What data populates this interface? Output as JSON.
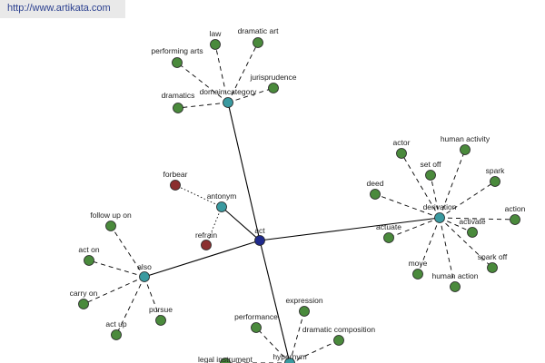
{
  "watermark": "http://www.artikata.com",
  "colors": {
    "hub": "#1f2a8c",
    "category": "#3a9aa0",
    "leaf": "#4a8a3c",
    "antonym_leaf": "#8b2f2f",
    "line": "#000000"
  },
  "nodes": {
    "act": {
      "label": "act",
      "kind": "hub"
    },
    "domain_category": {
      "label": "domain category",
      "kind": "category"
    },
    "antonym": {
      "label": "antonym",
      "kind": "category"
    },
    "derivation": {
      "label": "derivation",
      "kind": "category"
    },
    "also": {
      "label": "also",
      "kind": "category"
    },
    "hypernym": {
      "label": "hypernym",
      "kind": "category"
    },
    "law": {
      "label": "law",
      "kind": "leaf"
    },
    "dramatic_art": {
      "label": "dramatic art",
      "kind": "leaf"
    },
    "performing_arts": {
      "label": "performing arts",
      "kind": "leaf"
    },
    "jurisprudence": {
      "label": "jurisprudence",
      "kind": "leaf"
    },
    "dramatics": {
      "label": "dramatics",
      "kind": "leaf"
    },
    "forbear": {
      "label": "forbear",
      "kind": "antonym_leaf"
    },
    "refrain": {
      "label": "refrain",
      "kind": "antonym_leaf"
    },
    "actor": {
      "label": "actor",
      "kind": "leaf"
    },
    "human_activity": {
      "label": "human activity",
      "kind": "leaf"
    },
    "set_off": {
      "label": "set off",
      "kind": "leaf"
    },
    "spark": {
      "label": "spark",
      "kind": "leaf"
    },
    "deed": {
      "label": "deed",
      "kind": "leaf"
    },
    "action": {
      "label": "action",
      "kind": "leaf"
    },
    "actuate": {
      "label": "actuate",
      "kind": "leaf"
    },
    "activate": {
      "label": "activate",
      "kind": "leaf"
    },
    "spark_off": {
      "label": "spark off",
      "kind": "leaf"
    },
    "move": {
      "label": "move",
      "kind": "leaf"
    },
    "human_action": {
      "label": "human action",
      "kind": "leaf"
    },
    "follow_up_on": {
      "label": "follow up on",
      "kind": "leaf"
    },
    "act_on": {
      "label": "act on",
      "kind": "leaf"
    },
    "carry_on": {
      "label": "carry on",
      "kind": "leaf"
    },
    "pursue": {
      "label": "pursue",
      "kind": "leaf"
    },
    "act_up": {
      "label": "act up",
      "kind": "leaf"
    },
    "expression": {
      "label": "expression",
      "kind": "leaf"
    },
    "performance": {
      "label": "performance",
      "kind": "leaf"
    },
    "dramatic_composition": {
      "label": "dramatic composition",
      "kind": "leaf"
    },
    "legal_instrument": {
      "label": "legal instrument",
      "kind": "leaf"
    }
  },
  "edges": [
    {
      "from": "act",
      "to": "domain_category",
      "style": "solid"
    },
    {
      "from": "act",
      "to": "antonym",
      "style": "solid"
    },
    {
      "from": "act",
      "to": "derivation",
      "style": "solid"
    },
    {
      "from": "act",
      "to": "also",
      "style": "solid"
    },
    {
      "from": "act",
      "to": "hypernym",
      "style": "solid"
    },
    {
      "from": "domain_category",
      "to": "law",
      "style": "dashed"
    },
    {
      "from": "domain_category",
      "to": "dramatic_art",
      "style": "dashed"
    },
    {
      "from": "domain_category",
      "to": "performing_arts",
      "style": "dashed"
    },
    {
      "from": "domain_category",
      "to": "jurisprudence",
      "style": "dashed"
    },
    {
      "from": "domain_category",
      "to": "dramatics",
      "style": "dashed"
    },
    {
      "from": "antonym",
      "to": "forbear",
      "style": "dotted"
    },
    {
      "from": "antonym",
      "to": "refrain",
      "style": "dotted"
    },
    {
      "from": "derivation",
      "to": "actor",
      "style": "dashed"
    },
    {
      "from": "derivation",
      "to": "human_activity",
      "style": "dashed"
    },
    {
      "from": "derivation",
      "to": "set_off",
      "style": "dashed"
    },
    {
      "from": "derivation",
      "to": "spark",
      "style": "dashed"
    },
    {
      "from": "derivation",
      "to": "deed",
      "style": "dashed"
    },
    {
      "from": "derivation",
      "to": "action",
      "style": "dashed"
    },
    {
      "from": "derivation",
      "to": "actuate",
      "style": "dashed"
    },
    {
      "from": "derivation",
      "to": "activate",
      "style": "dashed"
    },
    {
      "from": "derivation",
      "to": "spark_off",
      "style": "dashed"
    },
    {
      "from": "derivation",
      "to": "move",
      "style": "dashed"
    },
    {
      "from": "derivation",
      "to": "human_action",
      "style": "dashed"
    },
    {
      "from": "also",
      "to": "follow_up_on",
      "style": "dashed"
    },
    {
      "from": "also",
      "to": "act_on",
      "style": "dashed"
    },
    {
      "from": "also",
      "to": "carry_on",
      "style": "dashed"
    },
    {
      "from": "also",
      "to": "pursue",
      "style": "dashed"
    },
    {
      "from": "also",
      "to": "act_up",
      "style": "dashed"
    },
    {
      "from": "hypernym",
      "to": "expression",
      "style": "dashed"
    },
    {
      "from": "hypernym",
      "to": "performance",
      "style": "dashed"
    },
    {
      "from": "hypernym",
      "to": "dramatic_composition",
      "style": "dashed"
    },
    {
      "from": "hypernym",
      "to": "legal_instrument",
      "style": "dashed"
    }
  ]
}
